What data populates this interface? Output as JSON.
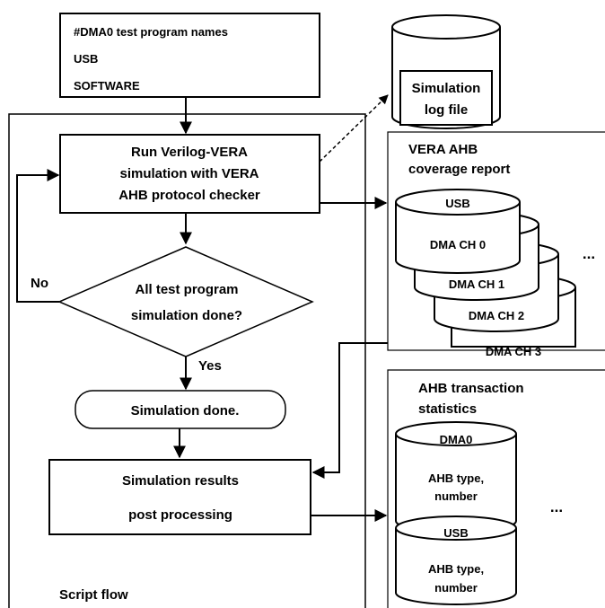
{
  "input_box": {
    "line1": "#DMA0 test program names",
    "line2": "USB",
    "line3": "SOFTWARE"
  },
  "log_file": {
    "line1": "Simulation",
    "line2": "log file"
  },
  "run_box": {
    "line1": "Run Verilog-VERA",
    "line2": "simulation with VERA",
    "line3": "AHB protocol checker"
  },
  "decision": {
    "line1": "All test program",
    "line2": "simulation done?",
    "no_label": "No",
    "yes_label": "Yes"
  },
  "terminal": {
    "label": "Simulation done."
  },
  "post_box": {
    "line1": "Simulation results",
    "line2": "post processing"
  },
  "script_flow_label": "Script flow",
  "coverage": {
    "title_line1": "VERA AHB",
    "title_line2": "coverage report",
    "db_top": "USB",
    "db_top_inner": "DMA CH 0",
    "db_2": "DMA CH 1",
    "db_3": "DMA CH 2",
    "db_4": "DMA CH 3",
    "ellipsis": "..."
  },
  "stats": {
    "title_line1": "AHB transaction",
    "title_line2": "statistics",
    "db1_title": "DMA0",
    "db1_line1": "AHB type,",
    "db1_line2": "number",
    "db2_title": "USB",
    "db2_line1": "AHB type,",
    "db2_line2": "number",
    "ellipsis": "..."
  }
}
